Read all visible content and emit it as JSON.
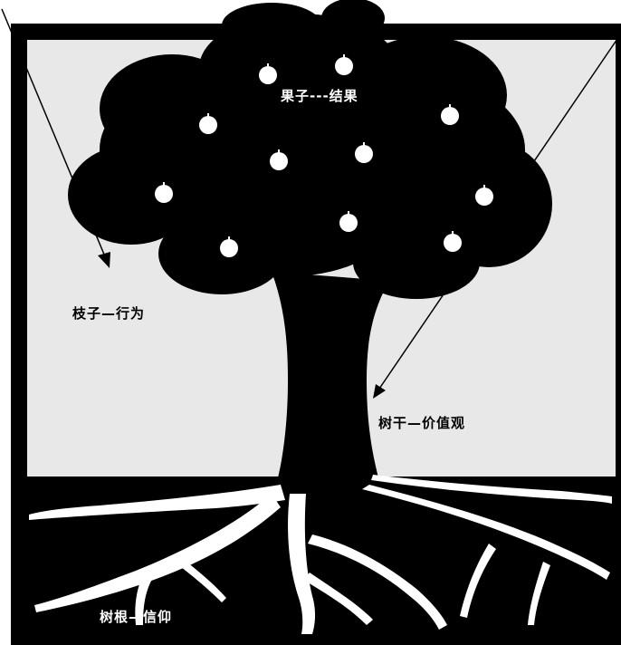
{
  "labels": {
    "fruit": "果子---结果",
    "branches": "枝子—行为",
    "trunk": "树干—价值观",
    "roots": "树根—信仰"
  },
  "colors": {
    "background": "#e8e8e8",
    "frame": "#000000",
    "tree": "#000000",
    "apple": "#ffffff",
    "roots": "#ffffff",
    "ground": "#000000"
  },
  "icons": {
    "apple": "apple-icon",
    "arrow": "arrowhead"
  }
}
